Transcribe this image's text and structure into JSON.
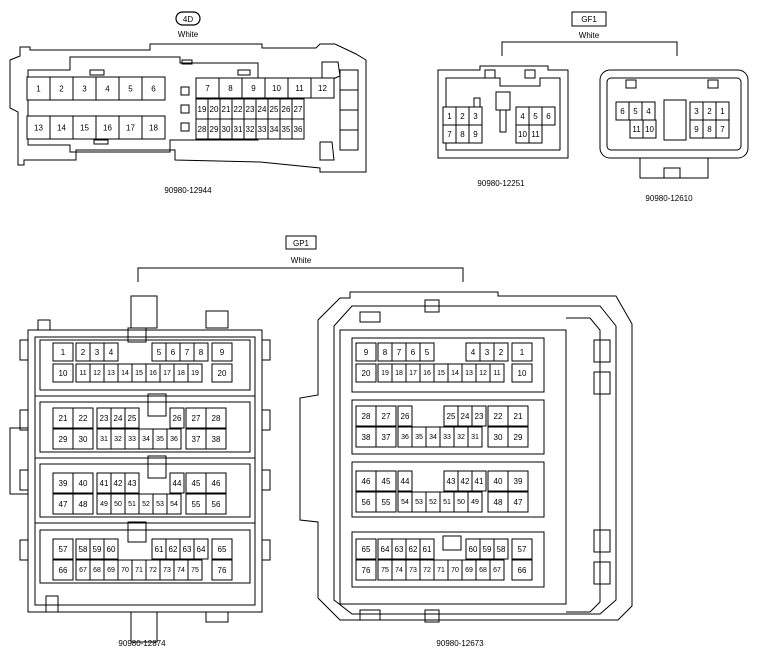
{
  "connectors": {
    "c4d": {
      "tag": "4D",
      "color": "White",
      "part": "90980-12944"
    },
    "gf1": {
      "tag": "GF1",
      "color": "White",
      "part_a": "90980-12251",
      "part_b": "90980-12610"
    },
    "gp1": {
      "tag": "GP1",
      "color": "White",
      "part_a": "90980-12874",
      "part_b": "90980-12673"
    }
  }
}
